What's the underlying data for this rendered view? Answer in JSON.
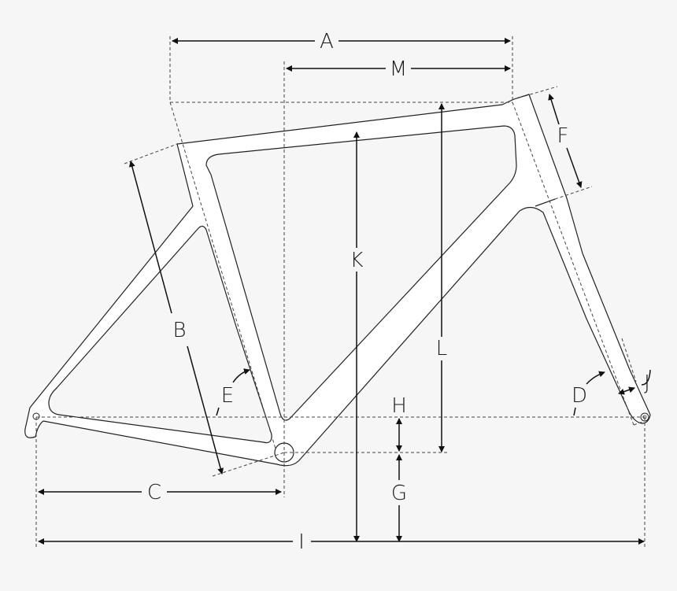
{
  "diagram": {
    "type": "bicycle-frame-geometry",
    "background": "#f6f6f6",
    "frame_fill": "#ffffff",
    "line_color": "#222222",
    "labels": {
      "A": "A",
      "M": "M",
      "F": "F",
      "K": "K",
      "L": "L",
      "B": "B",
      "E": "E",
      "D": "D",
      "J": "J",
      "H": "H",
      "G": "G",
      "C": "C",
      "I": "I"
    }
  }
}
